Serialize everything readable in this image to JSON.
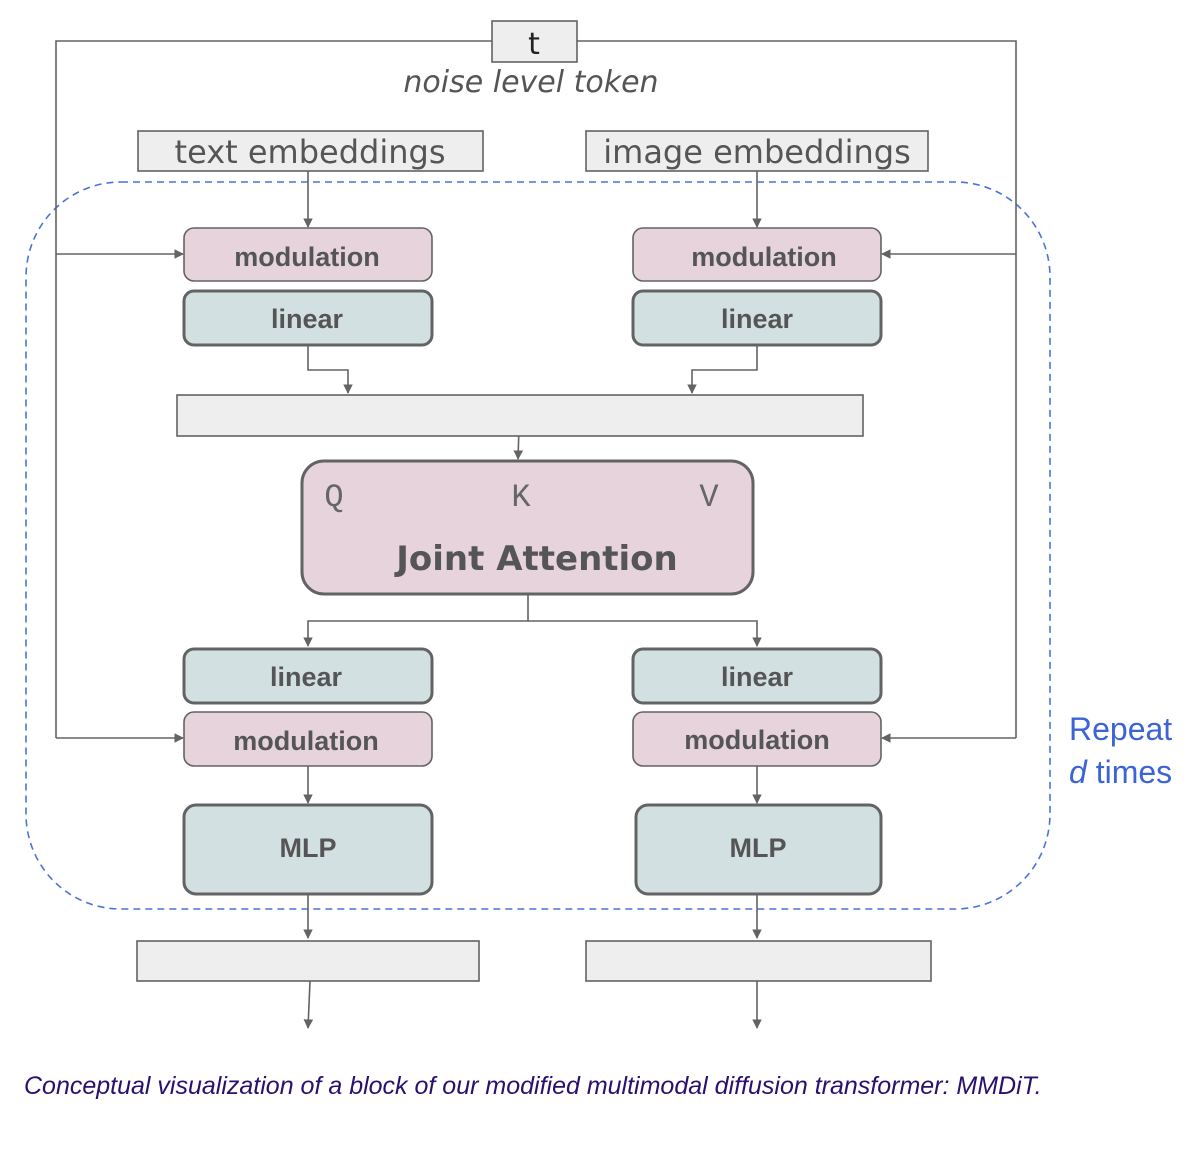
{
  "diagram": {
    "top_token": {
      "label": "t",
      "sublabel": "noise level token"
    },
    "inputs": {
      "text": "text embeddings",
      "image": "image embeddings"
    },
    "left_branch": {
      "top_modulation": "modulation",
      "top_linear": "linear",
      "bottom_linear": "linear",
      "bottom_modulation": "modulation",
      "mlp": "MLP"
    },
    "right_branch": {
      "top_modulation": "modulation",
      "top_linear": "linear",
      "bottom_linear": "linear",
      "bottom_modulation": "modulation",
      "mlp": "MLP"
    },
    "attention": {
      "title": "Joint Attention",
      "q": "Q",
      "k": "K",
      "v": "V"
    },
    "repeat": {
      "line1": "Repeat",
      "d": "d",
      "times": " times"
    },
    "colors": {
      "modulation_fill": "#e6d3dc",
      "linear_fill": "#d3e0e2",
      "box_fill": "#eeeeee",
      "stroke": "#636363",
      "dashed": "#4a74d8",
      "caption": "#2a0f6e"
    }
  },
  "caption": "Conceptual visualization of a block of our modified multimodal diffusion transformer: MMDiT."
}
